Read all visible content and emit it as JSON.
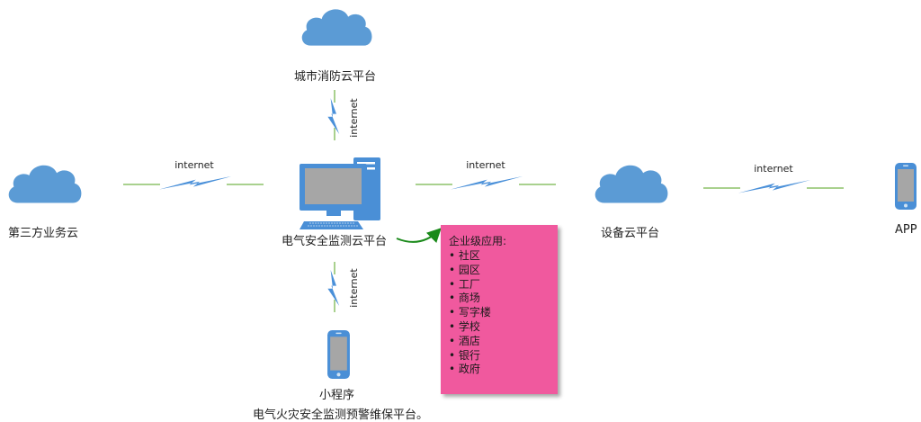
{
  "nodes": {
    "city_fire_cloud": "城市消防云平台",
    "third_party_cloud": "第三方业务云",
    "electrical_safety_cloud": "电气安全监测云平台",
    "device_cloud": "设备云平台",
    "app": "APP",
    "mini_program": "小程序",
    "mini_program_sub": "电气火灾安全监测预警维保平台。"
  },
  "links": {
    "left": "internet",
    "right": "internet",
    "far_right": "internet",
    "top": "internet",
    "bottom": "internet"
  },
  "enterprise": {
    "title": "企业级应用:",
    "items": [
      "社区",
      "园区",
      "工厂",
      "商场",
      "写字楼",
      "学校",
      "酒店",
      "银行",
      "政府"
    ]
  },
  "colors": {
    "cloud": "#5b9bd5",
    "lightning": "#4a90d9",
    "link_line": "#a9d18e",
    "panel": "#f0599e",
    "arrow": "#1a8a1a"
  }
}
